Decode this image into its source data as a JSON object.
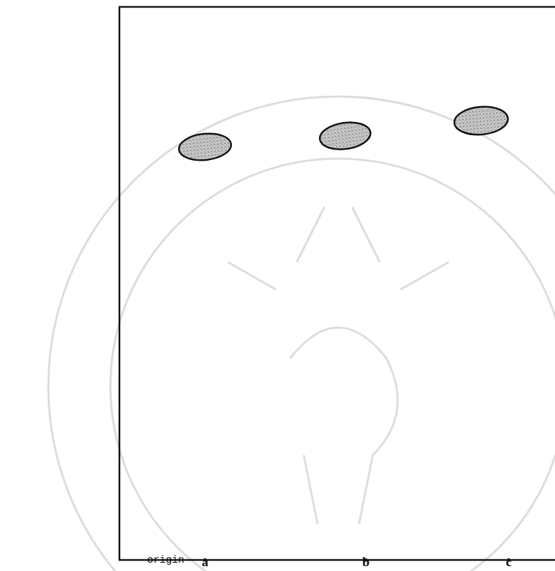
{
  "diagram": {
    "labels": [
      "origin",
      "a",
      "b",
      "c"
    ]
  }
}
